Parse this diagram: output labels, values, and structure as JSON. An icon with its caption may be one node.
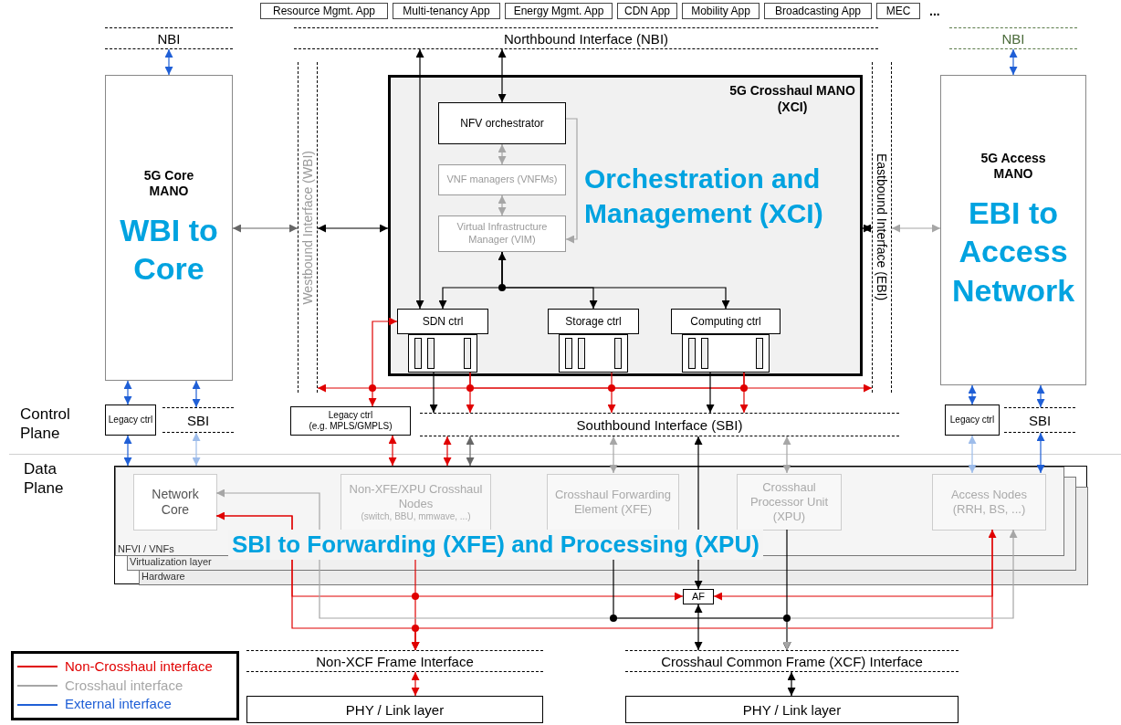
{
  "diagram": {
    "nodes": [
      {
        "text": [
          "Resource Mgmt. App"
        ]
      },
      {
        "text": [
          "Multi-tenancy App"
        ]
      },
      {
        "text": [
          "Energy Mgmt. App"
        ]
      },
      {
        "text": [
          "CDN App"
        ]
      },
      {
        "text": [
          "Mobility App"
        ]
      },
      {
        "text": [
          "Broadcasting App"
        ]
      },
      {
        "text": [
          "MEC"
        ]
      },
      {
        "text": [
          "NBI"
        ]
      },
      {
        "text": [
          "Northbound Interface (NBI)"
        ]
      },
      {
        "text": [
          "NBI"
        ]
      },
      {
        "text": [
          "Westbound Interface (WBI)"
        ]
      },
      {
        "text": [
          "Eastbound Interface (EBI)"
        ]
      },
      {
        "text": [
          "5G Core MANO",
          "WBI to Core"
        ]
      },
      {
        "text": [
          "5G Crosshaul MANO (XCI)",
          "Orchestration and Management (XCI)"
        ]
      },
      {
        "text": [
          "NFV orchestrator"
        ],
        "in": 13
      },
      {
        "text": [
          "VNF managers (VNFMs)"
        ],
        "in": 13
      },
      {
        "text": [
          "Virtual Infrastructure Manager (VIM)"
        ],
        "in": 13
      },
      {
        "text": [
          "SDN ctrl"
        ],
        "in": 13
      },
      {
        "text": [
          "Storage ctrl"
        ],
        "in": 13
      },
      {
        "text": [
          "Computing ctrl"
        ],
        "in": 13
      },
      {
        "text": [
          "5G Access MANO",
          "EBI to Access Network"
        ]
      },
      {
        "text": [
          "Legacy ctrl"
        ]
      },
      {
        "text": [
          "SBI"
        ]
      },
      {
        "text": [
          "Legacy ctrl",
          "(e.g. MPLS/GMPLS)"
        ]
      },
      {
        "text": [
          "Southbound Interface (SBI)"
        ]
      },
      {
        "text": [
          "Legacy ctrl"
        ]
      },
      {
        "text": [
          "SBI"
        ]
      },
      {
        "text": [
          "NFVI / VNFs",
          "Virtualization layer",
          "Hardware"
        ]
      },
      {
        "text": [
          "Network Core"
        ],
        "in": 27
      },
      {
        "text": [
          "Non-XFE/XPU Crosshaul Nodes",
          "(switch, BBU, mmwave, ...)"
        ],
        "in": 27
      },
      {
        "text": [
          "Crosshaul Forwarding Element (XFE)"
        ],
        "in": 27
      },
      {
        "text": [
          "Crosshaul Processor Unit (XPU)"
        ],
        "in": 27
      },
      {
        "text": [
          "Access Nodes (RRH, BS, ...)"
        ],
        "in": 27
      },
      {
        "text": [
          "AF"
        ]
      },
      {
        "text": [
          "Non-XCF Frame Interface"
        ]
      },
      {
        "text": [
          "Crosshaul Common Frame (XCF) Interface"
        ]
      },
      {
        "text": [
          "PHY / Link layer"
        ]
      },
      {
        "text": [
          "PHY / Link layer"
        ]
      }
    ],
    "edges": [
      {
        "from": 7,
        "to": 12,
        "arrow": "both",
        "color": "#1f5fd6"
      },
      {
        "from": 8,
        "to": 14,
        "arrow": "both"
      },
      {
        "from": 8,
        "to": 17,
        "arrow": "both"
      },
      {
        "from": 9,
        "to": 20,
        "arrow": "both",
        "color": "#1f5fd6"
      },
      {
        "from": 12,
        "to": 10,
        "arrow": "both",
        "color": "#666666"
      },
      {
        "from": 10,
        "to": 13,
        "arrow": "both"
      },
      {
        "from": 13,
        "to": 11,
        "arrow": "both"
      },
      {
        "from": 11,
        "to": 20,
        "arrow": "both",
        "color": "#a6a6a6"
      },
      {
        "from": 14,
        "to": 15,
        "arrow": "both",
        "color": "#a6a6a6"
      },
      {
        "from": 15,
        "to": 16,
        "arrow": "both",
        "color": "#a6a6a6"
      },
      {
        "from": 14,
        "to": 16,
        "arrow": "to",
        "color": "#a6a6a6"
      },
      {
        "from": 16,
        "to": 17,
        "arrow": "to"
      },
      {
        "from": 16,
        "to": 18,
        "arrow": "both"
      },
      {
        "from": 16,
        "to": 19,
        "arrow": "to"
      },
      {
        "from": 12,
        "to": 21,
        "arrow": "both",
        "color": "#1f5fd6"
      },
      {
        "from": 12,
        "to": 22,
        "arrow": "both",
        "color": "#1f5fd6"
      },
      {
        "from": 21,
        "to": 27,
        "arrow": "both",
        "color": "#1f5fd6"
      },
      {
        "from": 22,
        "to": 27,
        "arrow": "both",
        "color": "#9dbcea"
      },
      {
        "from": 23,
        "to": 17,
        "arrow": "both",
        "color": "#e00000"
      },
      {
        "from": 19,
        "to": 10,
        "arrow": "to",
        "color": "#e00000"
      },
      {
        "from": 17,
        "to": 11,
        "arrow": "to",
        "color": "#e00000"
      },
      {
        "from": 17,
        "to": 24,
        "arrow": "both",
        "color": "#e00000"
      },
      {
        "from": 18,
        "to": 24,
        "arrow": "both",
        "color": "#e00000"
      },
      {
        "from": 19,
        "to": 24,
        "arrow": "both",
        "color": "#e00000"
      },
      {
        "from": 17,
        "to": 24,
        "arrow": "to"
      },
      {
        "from": 19,
        "to": 24,
        "arrow": "to"
      },
      {
        "from": 23,
        "to": 27,
        "arrow": "both",
        "color": "#e00000"
      },
      {
        "from": 24,
        "to": 27,
        "arrow": "both",
        "color": "#e00000"
      },
      {
        "from": 24,
        "to": 27,
        "arrow": "both",
        "color": "#666666"
      },
      {
        "from": 24,
        "to": 30,
        "arrow": "both",
        "color": "#a6a6a6"
      },
      {
        "from": 24,
        "to": 31,
        "arrow": "both",
        "color": "#a6a6a6"
      },
      {
        "from": 33,
        "to": 24,
        "arrow": "both"
      },
      {
        "from": 28,
        "to": 33,
        "arrow": "both",
        "color": "#e00000"
      },
      {
        "from": 32,
        "to": 33,
        "arrow": "both",
        "color": "#e00000"
      },
      {
        "from": 28,
        "to": 34,
        "arrow": "to",
        "color": "#e00000"
      },
      {
        "from": 29,
        "to": 34,
        "arrow": "to",
        "color": "#e00000"
      },
      {
        "from": 32,
        "to": 34,
        "arrow": "to",
        "color": "#e00000"
      },
      {
        "from": 28,
        "to": 35,
        "arrow": "both",
        "color": "#a6a6a6"
      },
      {
        "from": 30,
        "to": 35,
        "arrow": "to"
      },
      {
        "from": 31,
        "to": 35,
        "arrow": "to"
      },
      {
        "from": 32,
        "to": 35,
        "arrow": "both",
        "color": "#a6a6a6"
      },
      {
        "from": 33,
        "to": 35,
        "arrow": "both"
      },
      {
        "from": 34,
        "to": 36,
        "arrow": "both",
        "color": "#e00000"
      },
      {
        "from": 35,
        "to": 37,
        "arrow": "both"
      },
      {
        "from": 20,
        "to": 25,
        "arrow": "both",
        "color": "#1f5fd6"
      },
      {
        "from": 20,
        "to": 26,
        "arrow": "both",
        "color": "#1f5fd6"
      },
      {
        "from": 25,
        "to": 32,
        "arrow": "both",
        "color": "#9dbcea"
      },
      {
        "from": 26,
        "to": 32,
        "arrow": "both",
        "color": "#1f5fd6"
      }
    ],
    "labels": [
      "...",
      "Control Plane",
      "Data Plane",
      "SBI to Forwarding (XFE) and Processing (XPU)"
    ],
    "legend": [
      {
        "text": "Non-Crosshaul interface",
        "color": "#e00000"
      },
      {
        "text": "Crosshaul interface",
        "color": "#a6a6a6"
      },
      {
        "text": "External interface",
        "color": "#1f5fd6"
      }
    ]
  }
}
